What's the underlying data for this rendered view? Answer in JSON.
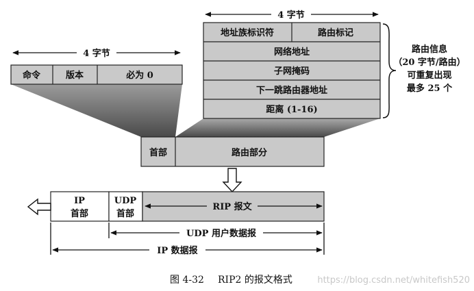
{
  "top_group": {
    "byte_label": "4 字节",
    "row1": [
      "地址族标识符",
      "路由标记"
    ],
    "rows": [
      "网络地址",
      "子网掩码",
      "下一跳路由器地址",
      "距离 (1-16)"
    ],
    "brace_note": [
      "路由信息",
      "（20 字节/路由）",
      "可重复出现",
      "最多 25 个"
    ]
  },
  "header_group": {
    "byte_label": "4 字节",
    "cells": [
      "命令",
      "版本",
      "必为 0"
    ]
  },
  "rip_message": {
    "cells": [
      "首部",
      "路由部分"
    ]
  },
  "ip_datagram": {
    "ip_header": [
      "IP",
      "首部"
    ],
    "udp_header": [
      "UDP",
      "首部"
    ],
    "rip_label": "RIP 报文",
    "udp_label": "UDP 用户数据报",
    "ip_label": "IP 数据报"
  },
  "caption": {
    "figure_no": "图 4-32",
    "title": "RIP2 的报文格式"
  },
  "watermark": "https://blog.csdn.net/whitefish520"
}
